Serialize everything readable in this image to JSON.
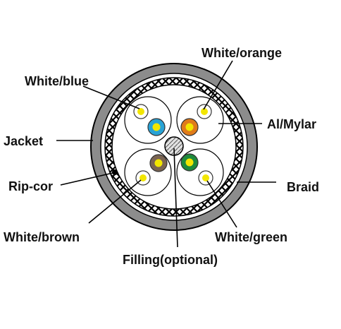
{
  "labels": {
    "white_blue": "White/blue",
    "white_orange": "White/orange",
    "jacket": "Jacket",
    "al_mylar": "Al/Mylar",
    "rip_cord": "Rip-cor",
    "braid": "Braid",
    "white_brown": "White/brown",
    "white_green": "White/green",
    "filling": "Filling(optional)"
  },
  "colors": {
    "jacket": "#8c8c8c",
    "foil": "#ffffff",
    "white_stripe": "#f2e600",
    "blue": "#29a3d6",
    "orange": "#e07b1a",
    "brown": "#7a6452",
    "green": "#1e8a3c",
    "conductor": "#f2e600",
    "filling": "#cfcfcf",
    "outline": "#000000"
  }
}
